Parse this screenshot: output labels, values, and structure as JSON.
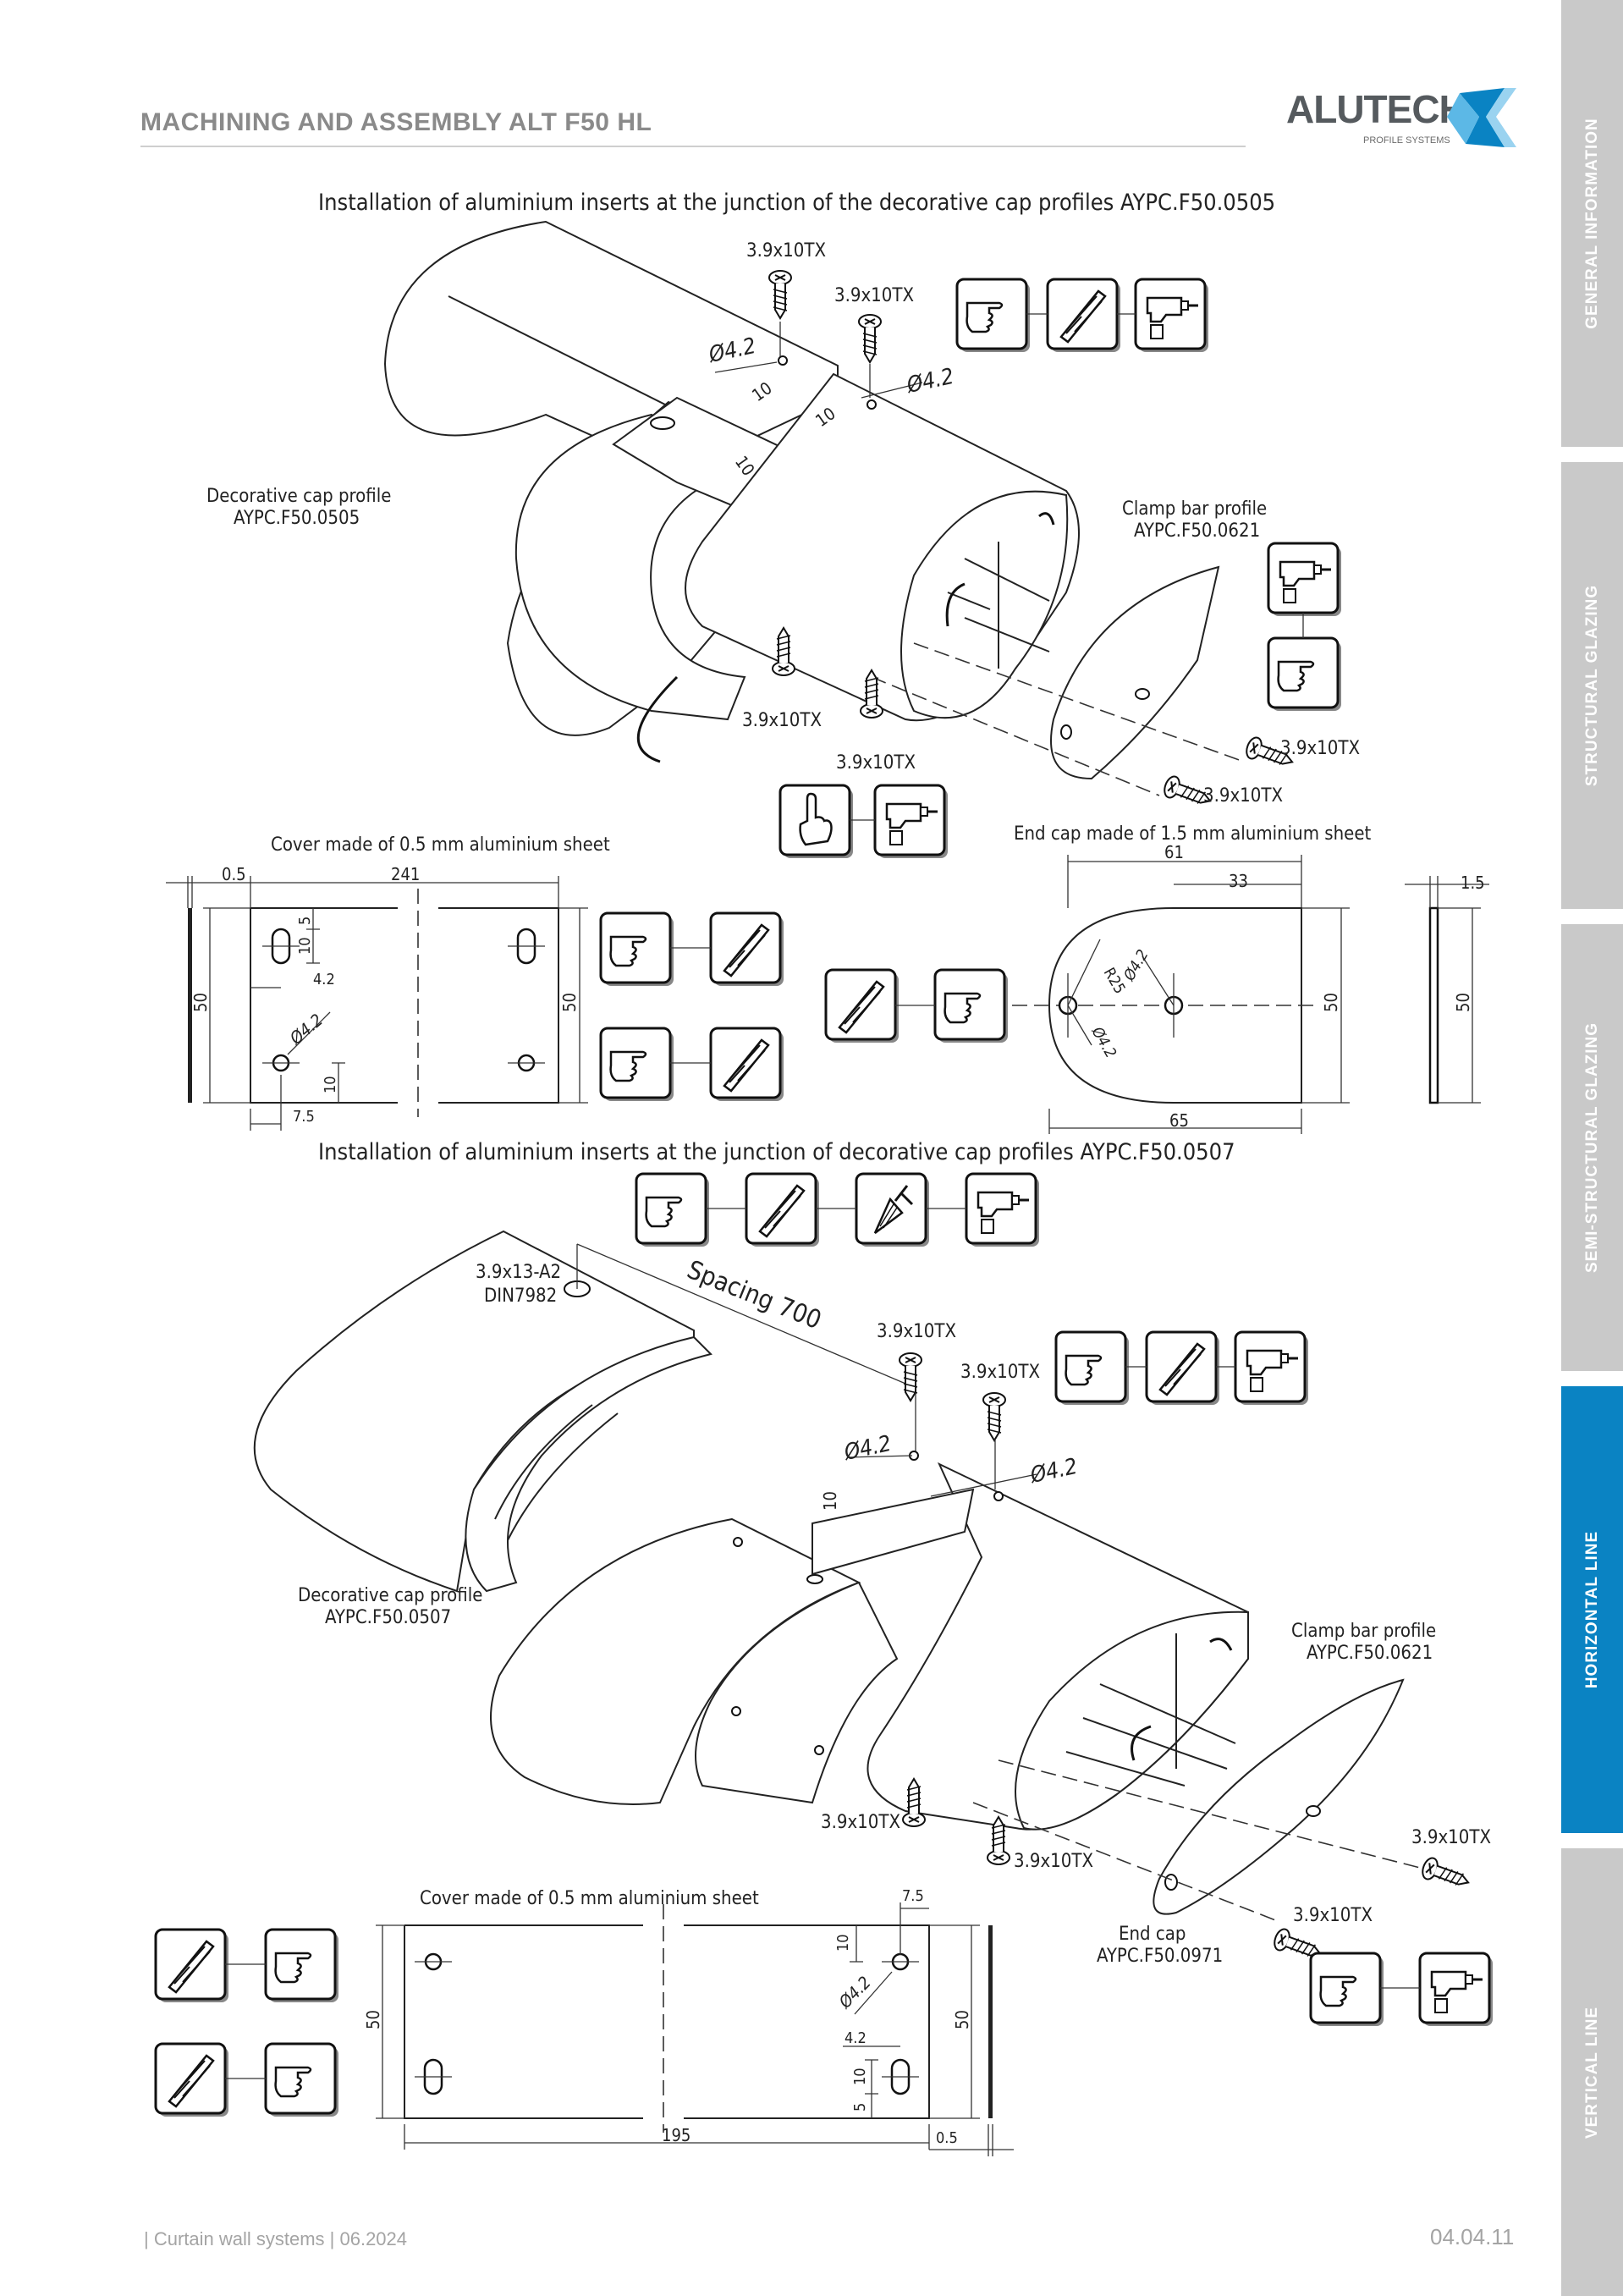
{
  "header": {
    "title": "MACHINING AND ASSEMBLY ALT F50 HL",
    "logo_text": "ALUTECH",
    "logo_sub": "PROFILE SYSTEMS"
  },
  "sidebar": {
    "tabs": [
      {
        "label": "GENERAL INFORMATION",
        "active": false
      },
      {
        "label": "STRUCTURAL GLAZING",
        "active": false
      },
      {
        "label": "SEMI-STRUCTURAL GLAZING",
        "active": false
      },
      {
        "label": "HORIZONTAL LINE",
        "active": true
      },
      {
        "label": "VERTICAL LINE",
        "active": false
      }
    ]
  },
  "section1": {
    "title": "Installation of aluminium inserts at the junction of the decorative cap profiles AYPC.F50.0505",
    "screw_labels": [
      "3.9x10TX",
      "3.9x10TX",
      "3.9x10TX",
      "3.9x10TX",
      "3.9x10TX",
      "3.9x10TX"
    ],
    "hole_dia": "Ø4.2",
    "dim_10": "10",
    "decorative_label": "Decorative cap profile",
    "decorative_code": "AYPC.F50.0505",
    "clamp_label": "Clamp bar profile",
    "clamp_code": "AYPC.F50.0621",
    "cover_title": "Cover made of 0.5 mm aluminium sheet",
    "endcap_title": "End cap made of 1.5 mm aluminium sheet",
    "cover_dims": {
      "thickness": "0.5",
      "length": "241",
      "height": "50",
      "d5": "5",
      "d10a": "10",
      "d42": "4.2",
      "dia": "Ø4.2",
      "d10b": "10",
      "d75": "7.5",
      "height_r": "50"
    },
    "endcap_dims": {
      "w61": "61",
      "w33": "33",
      "r25": "R25",
      "dia1": "Ø4.2",
      "dia2": "Ø4.2",
      "h50": "50",
      "w65": "65",
      "t15": "1.5",
      "h50b": "50"
    }
  },
  "section2": {
    "title": "Installation of aluminium inserts at the junction of decorative cap profiles AYPC.F50.0507",
    "rivet_label": "3.9x13-A2",
    "rivet_std": "DIN7982",
    "spacing": "Spacing 700",
    "screw_labels": [
      "3.9x10TX",
      "3.9x10TX",
      "3.9x10TX",
      "3.9x10TX",
      "3.9x10TX",
      "3.9x10TX"
    ],
    "hole_dia": "Ø4.2",
    "dim_10": "10",
    "decorative_label": "Decorative cap profile",
    "decorative_code": "AYPC.F50.0507",
    "clamp_label": "Clamp bar profile",
    "clamp_code": "AYPC.F50.0621",
    "endcap_label": "End cap",
    "endcap_code": "AYPC.F50.0971",
    "cover_title": "Cover made of 0.5 mm aluminium sheet",
    "cover_dims": {
      "d75": "7.5",
      "d10": "10",
      "dia": "Ø4.2",
      "d42": "4.2",
      "d10b": "10",
      "d5": "5",
      "h50l": "50",
      "h50r": "50",
      "length": "195",
      "thickness": "0.5"
    }
  },
  "icons": [
    "drill-icon",
    "screwdriver-icon",
    "hand-pointing-icon",
    "countersink-icon",
    "finger-up-icon"
  ],
  "footer": {
    "left": "| Curtain wall systems | 06.2024",
    "right": "04.04.11"
  }
}
